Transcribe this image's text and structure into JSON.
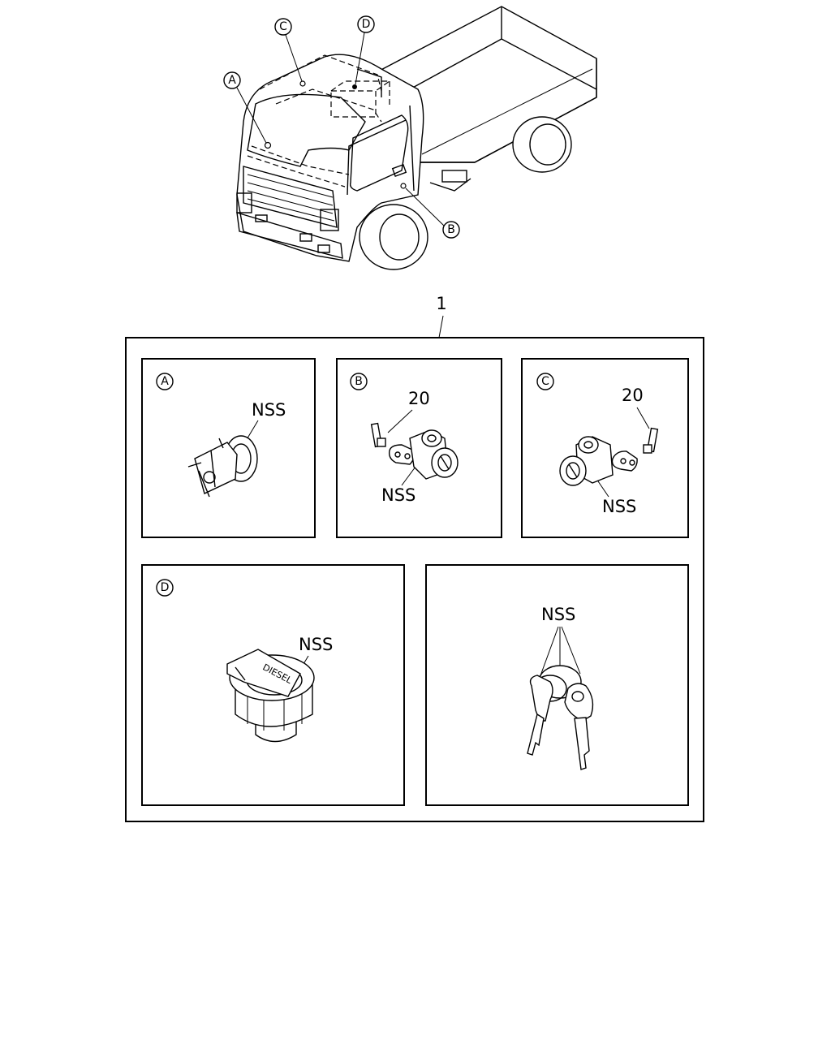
{
  "truck": {
    "callouts": [
      "A",
      "B",
      "C",
      "D"
    ]
  },
  "assembly": {
    "ref_number": "1"
  },
  "panels": {
    "a": {
      "letter": "A",
      "labels": [
        "NSS"
      ]
    },
    "b": {
      "letter": "B",
      "labels": [
        "20",
        "NSS"
      ]
    },
    "c": {
      "letter": "C",
      "labels": [
        "20",
        "NSS"
      ]
    },
    "d": {
      "letter": "D",
      "labels": [
        "NSS"
      ],
      "cap_text": "DIESEL"
    },
    "keys": {
      "labels": [
        "NSS"
      ]
    }
  }
}
